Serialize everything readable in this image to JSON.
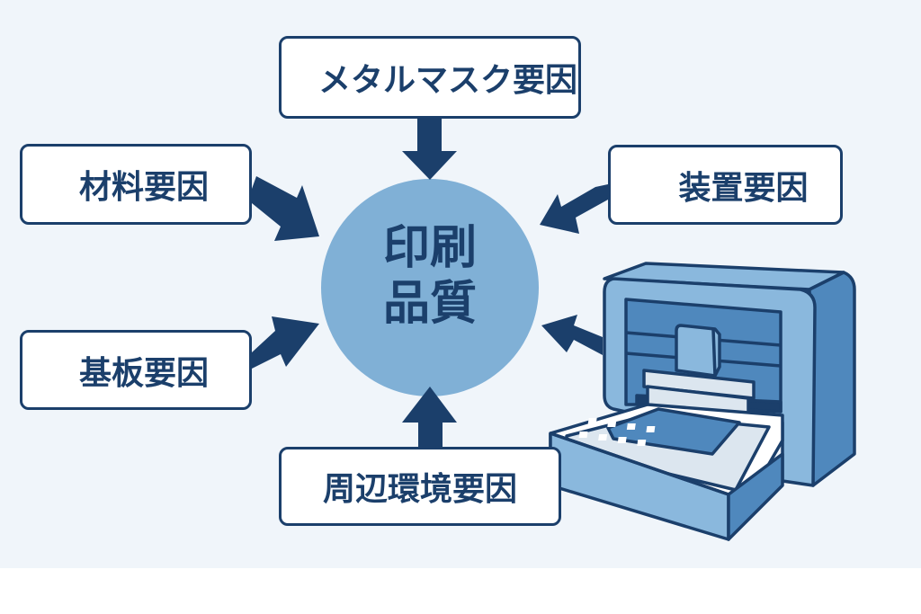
{
  "diagram": {
    "type": "cause-factor diagram",
    "center": {
      "label_line1": "印刷",
      "label_line2": "品質"
    },
    "factors": {
      "metal_mask": "メタルマスク要因",
      "material": "材料要因",
      "device": "装置要因",
      "substrate": "基板要因",
      "environment": "周辺環境要因"
    },
    "illustration": "printing-machine",
    "colors": {
      "background": "#f0f5fa",
      "accent_dark": "#1b3f6b",
      "circle_fill": "#80b0d6",
      "machine_light": "#8ab8dd",
      "machine_mid": "#4f88bd",
      "machine_pale": "#dce6ef"
    }
  }
}
